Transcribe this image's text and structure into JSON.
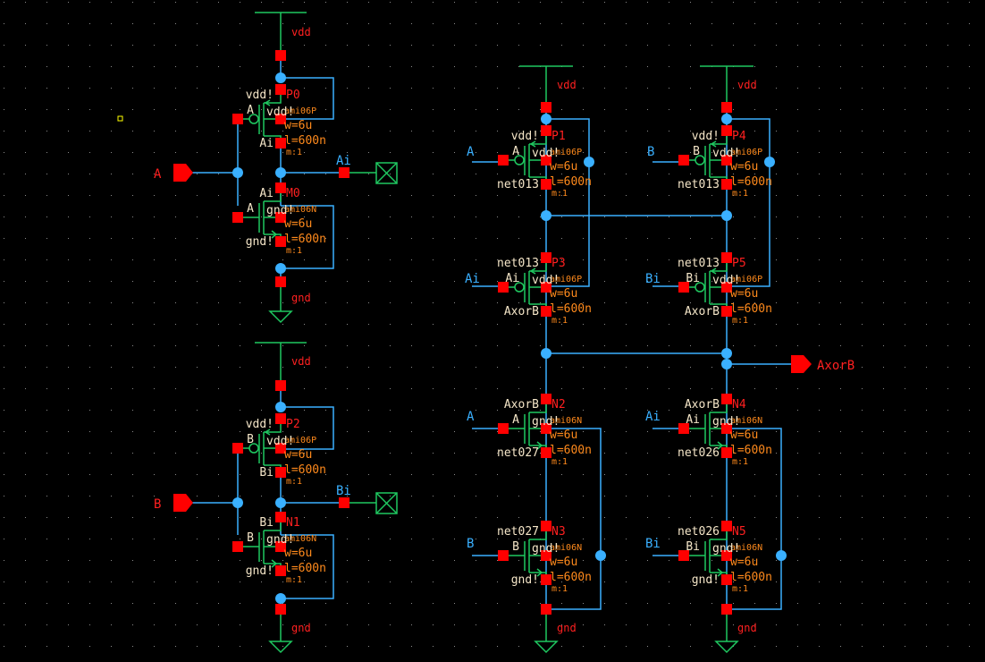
{
  "app": {
    "view": "schematic-editor"
  },
  "colors": {
    "background": "#000000",
    "grid": "#8a8a8a",
    "wire": "#3ab0ff",
    "symbol": "#1fc860",
    "pin_square": "#ff0000",
    "instance_label": "#ff2020",
    "param_label": "#ff8a1c",
    "net_label": "#3ab0ff",
    "terminal_label": "#f5e6c8",
    "selection_box": "#ffff00"
  },
  "supplies": {
    "vdd_label": "vdd",
    "gnd_label": "gnd"
  },
  "pins": [
    {
      "name": "A",
      "direction": "input"
    },
    {
      "name": "B",
      "direction": "input"
    },
    {
      "name": "AxorB",
      "direction": "output"
    }
  ],
  "net_labels": [
    "Ai",
    "Bi",
    "A",
    "B",
    "Ai",
    "Bi",
    "A",
    "B",
    "Ai",
    "Bi"
  ],
  "noconn_labels": [
    "Ai",
    "Bi"
  ],
  "transistors": [
    {
      "name": "P0",
      "model": "ami06P",
      "w": "w=6u",
      "l": "l=600n",
      "m": "m:1",
      "gate": "A",
      "top": "vdd!",
      "bulk": "vdd!",
      "bottom": "Ai"
    },
    {
      "name": "M0",
      "model": "ami06N",
      "w": "w=6u",
      "l": "l=600n",
      "m": "m:1",
      "gate": "A",
      "top": "Ai",
      "bulk": "gnd!",
      "bottom": "gnd!"
    },
    {
      "name": "P2",
      "model": "ami06P",
      "w": "w=6u",
      "l": "l=600n",
      "m": "m:1",
      "gate": "B",
      "top": "vdd!",
      "bulk": "vdd!",
      "bottom": "Bi"
    },
    {
      "name": "N1",
      "model": "ami06N",
      "w": "w=6u",
      "l": "l=600n",
      "m": "m:1",
      "gate": "B",
      "top": "Bi",
      "bulk": "gnd!",
      "bottom": "gnd!"
    },
    {
      "name": "P1",
      "model": "ami06P",
      "w": "w=6u",
      "l": "l=600n",
      "m": "m:1",
      "gate": "A",
      "top": "vdd!",
      "bulk": "vdd!",
      "bottom": "net013"
    },
    {
      "name": "P3",
      "model": "ami06P",
      "w": "w=6u",
      "l": "l=600n",
      "m": "m:1",
      "gate": "Ai",
      "top": "net013",
      "bulk": "vdd!",
      "bottom": "AxorB"
    },
    {
      "name": "P4",
      "model": "ami06P",
      "w": "w=6u",
      "l": "l=600n",
      "m": "m:1",
      "gate": "B",
      "top": "vdd!",
      "bulk": "vdd!",
      "bottom": "net013"
    },
    {
      "name": "P5",
      "model": "ami06P",
      "w": "w=6u",
      "l": "l=600n",
      "m": "m:1",
      "gate": "Bi",
      "top": "net013",
      "bulk": "vdd!",
      "bottom": "AxorB"
    },
    {
      "name": "N2",
      "model": "ami06N",
      "w": "w=6u",
      "l": "l=600n",
      "m": "m:1",
      "gate": "A",
      "top": "AxorB",
      "bulk": "gnd!",
      "bottom": "net027"
    },
    {
      "name": "N3",
      "model": "ami06N",
      "w": "w=6u",
      "l": "l=600n",
      "m": "m:1",
      "gate": "B",
      "top": "net027",
      "bulk": "gnd!",
      "bottom": "gnd!"
    },
    {
      "name": "N4",
      "model": "ami06N",
      "w": "w=6u",
      "l": "l=600n",
      "m": "m:1",
      "gate": "Ai",
      "top": "AxorB",
      "bulk": "gnd!",
      "bottom": "net026"
    },
    {
      "name": "N5",
      "model": "ami06N",
      "w": "w=6u",
      "l": "l=600n",
      "m": "m:1",
      "gate": "Bi",
      "top": "net026",
      "bulk": "gnd!",
      "bottom": "gnd!"
    }
  ]
}
